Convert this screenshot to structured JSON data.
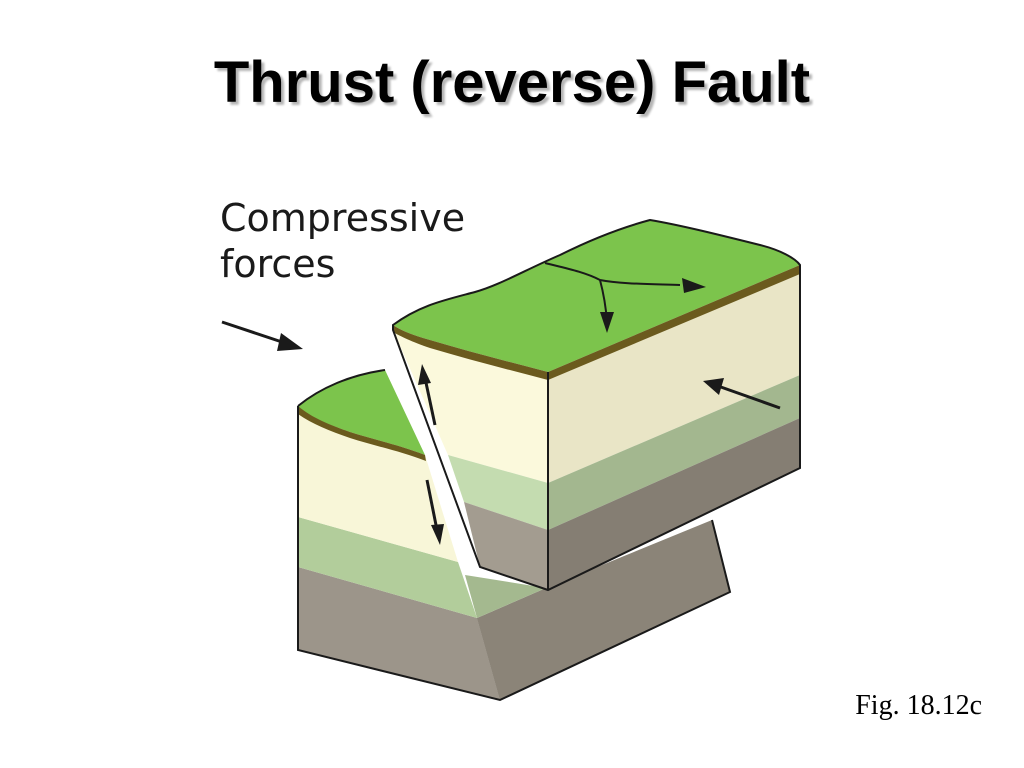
{
  "slide": {
    "title": "Thrust (reverse) Fault",
    "caption": "Fig. 18.12c"
  },
  "diagram": {
    "label_line_1": "Compressive",
    "label_line_2": "forces",
    "colors": {
      "surface_green": "#7cc44c",
      "soil_brown": "#6b5a1e",
      "layer_cream": "#f8f6d8",
      "layer_light_green": "#b2cd9b",
      "layer_gray": "#9c958a",
      "side_cream": "#e4e1c4",
      "side_light_green": "#9fb08a",
      "side_gray": "#7e776e",
      "outline": "#1a1a1a"
    }
  }
}
